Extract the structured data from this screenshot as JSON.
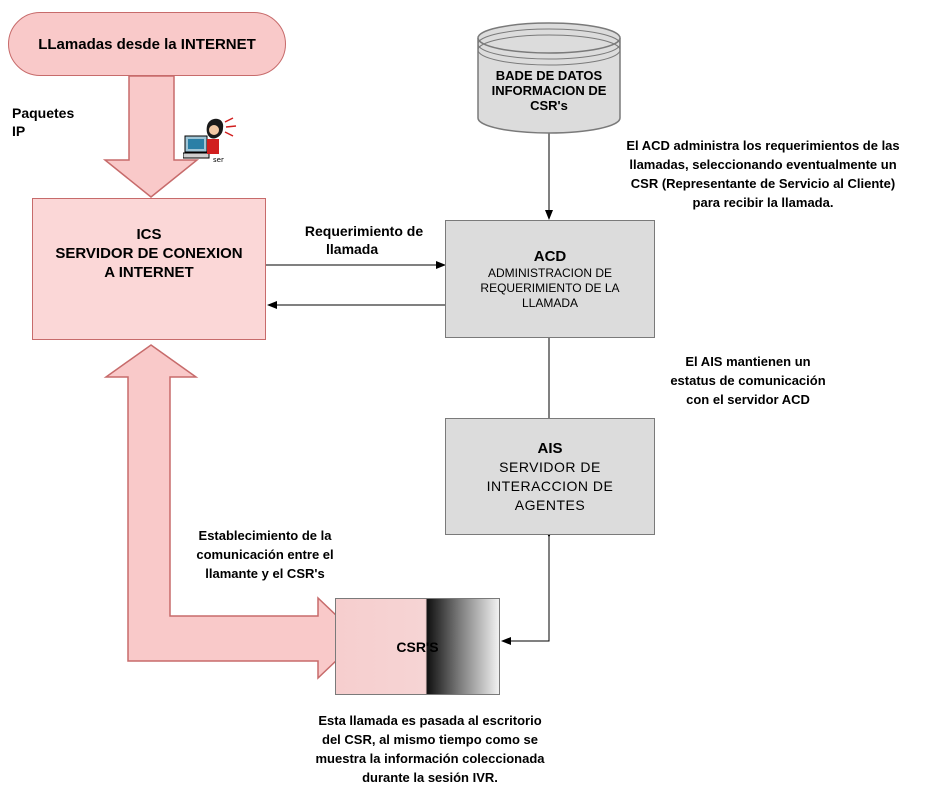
{
  "internet": {
    "label": "LLamadas desde la INTERNET"
  },
  "paquetes": {
    "line1": "Paquetes",
    "line2": "IP"
  },
  "ics": {
    "title": "ICS",
    "subtitle": "SERVIDOR DE CONEXION A INTERNET"
  },
  "requerimiento": {
    "line1": "Requerimiento de",
    "line2": "llamada"
  },
  "acd": {
    "title": "ACD",
    "subtitle": "ADMINISTRACION DE REQUERIMIENTO DE LA LLAMADA"
  },
  "database": {
    "label": "BADE DE DATOS INFORMACION DE CSR's"
  },
  "acd_note": {
    "line1": "El ACD administra los requerimientos de las",
    "line2": "llamadas, seleccionando eventualmente un",
    "line3": "CSR (Representante de Servicio al Cliente)",
    "line4": "para recibir la llamada."
  },
  "ais_note": {
    "line1": "El  AIS mantienen un",
    "line2": "estatus de comunicación",
    "line3": "con el servidor ACD"
  },
  "ais": {
    "title": "AIS",
    "subtitle": "SERVIDOR DE INTERACCION DE AGENTES"
  },
  "establecimiento": {
    "line1": "Establecimiento de la",
    "line2": "comunicación entre el",
    "line3": "llamante y el CSR's"
  },
  "csr": {
    "label": "CSR'S"
  },
  "bottom_note": {
    "line1": "Esta llamada es pasada al escritorio",
    "line2": "del CSR, al mismo tiempo como se",
    "line3": "muestra la información coleccionada",
    "line4": "durante la sesión IVR."
  },
  "icons": [
    "user-computer-icon",
    "user-computer-icon"
  ],
  "icon_caption": "ser",
  "colors": {
    "pink_fill": "#fbd7d7",
    "pink_border": "#c76b6b",
    "gray_fill": "#dcdcdc"
  }
}
